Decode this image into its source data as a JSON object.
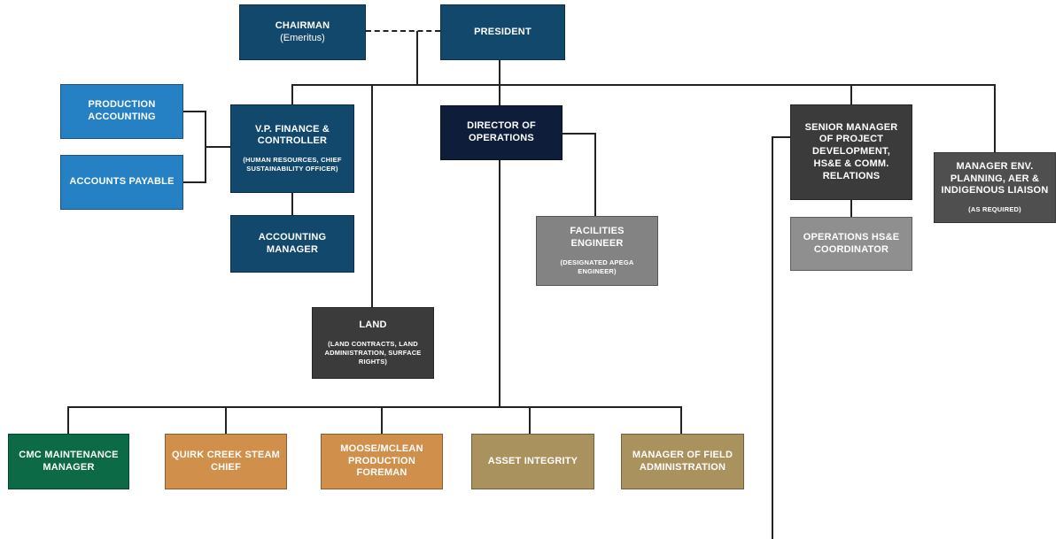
{
  "diagram": {
    "type": "org-chart",
    "line_color": "#222222",
    "nodes": {
      "chairman": {
        "title": "CHAIRMAN",
        "subtitle": "(Emeritus)",
        "bg": "#13486d"
      },
      "president": {
        "title": "PRESIDENT",
        "bg": "#13486d"
      },
      "production_accounting": {
        "title": "PRODUCTION ACCOUNTING",
        "bg": "#2580c4"
      },
      "accounts_payable": {
        "title": "ACCOUNTS PAYABLE",
        "bg": "#2580c4"
      },
      "vp_finance": {
        "title": "V.P. FINANCE & CONTROLLER",
        "note": "(HUMAN RESOURCES, CHIEF SUSTAINABILITY OFFICER)",
        "bg": "#13486d"
      },
      "accounting_manager": {
        "title": "ACCOUNTING MANAGER",
        "bg": "#13486d"
      },
      "director_operations": {
        "title": "DIRECTOR OF OPERATIONS",
        "bg": "#0d1d3a"
      },
      "facilities_engineer": {
        "title": "FACILITIES ENGINEER",
        "note": "(DESIGNATED APEGA ENGINEER)",
        "bg": "#838383"
      },
      "land": {
        "title": "LAND",
        "note": "(LAND CONTRACTS, LAND ADMINISTRATION, SURFACE RIGHTS)",
        "bg": "#3b3b3b"
      },
      "senior_manager": {
        "title": "SENIOR MANAGER OF PROJECT DEVELOPMENT, HS&E & COMM. RELATIONS",
        "bg": "#3b3b3b"
      },
      "operations_hse": {
        "title": "OPERATIONS HS&E COORDINATOR",
        "bg": "#8f8f8f"
      },
      "manager_env": {
        "title": "MANAGER ENV. PLANNING, AER & INDIGENOUS LIAISON",
        "note": "(AS REQUIRED)",
        "bg": "#4f4f4f"
      },
      "cmc_maintenance": {
        "title": "CMC MAINTENANCE MANAGER",
        "bg": "#0c6b46"
      },
      "quirk_creek": {
        "title": "QUIRK CREEK STEAM CHIEF",
        "bg": "#d08f4a"
      },
      "moose_mclean": {
        "title": "MOOSE/MCLEAN PRODUCTION FOREMAN",
        "bg": "#d08f4a"
      },
      "asset_integrity": {
        "title": "ASSET INTEGRITY",
        "bg": "#a9925e"
      },
      "field_admin": {
        "title": "MANAGER OF FIELD ADMINISTRATION",
        "bg": "#a9925e"
      }
    }
  }
}
